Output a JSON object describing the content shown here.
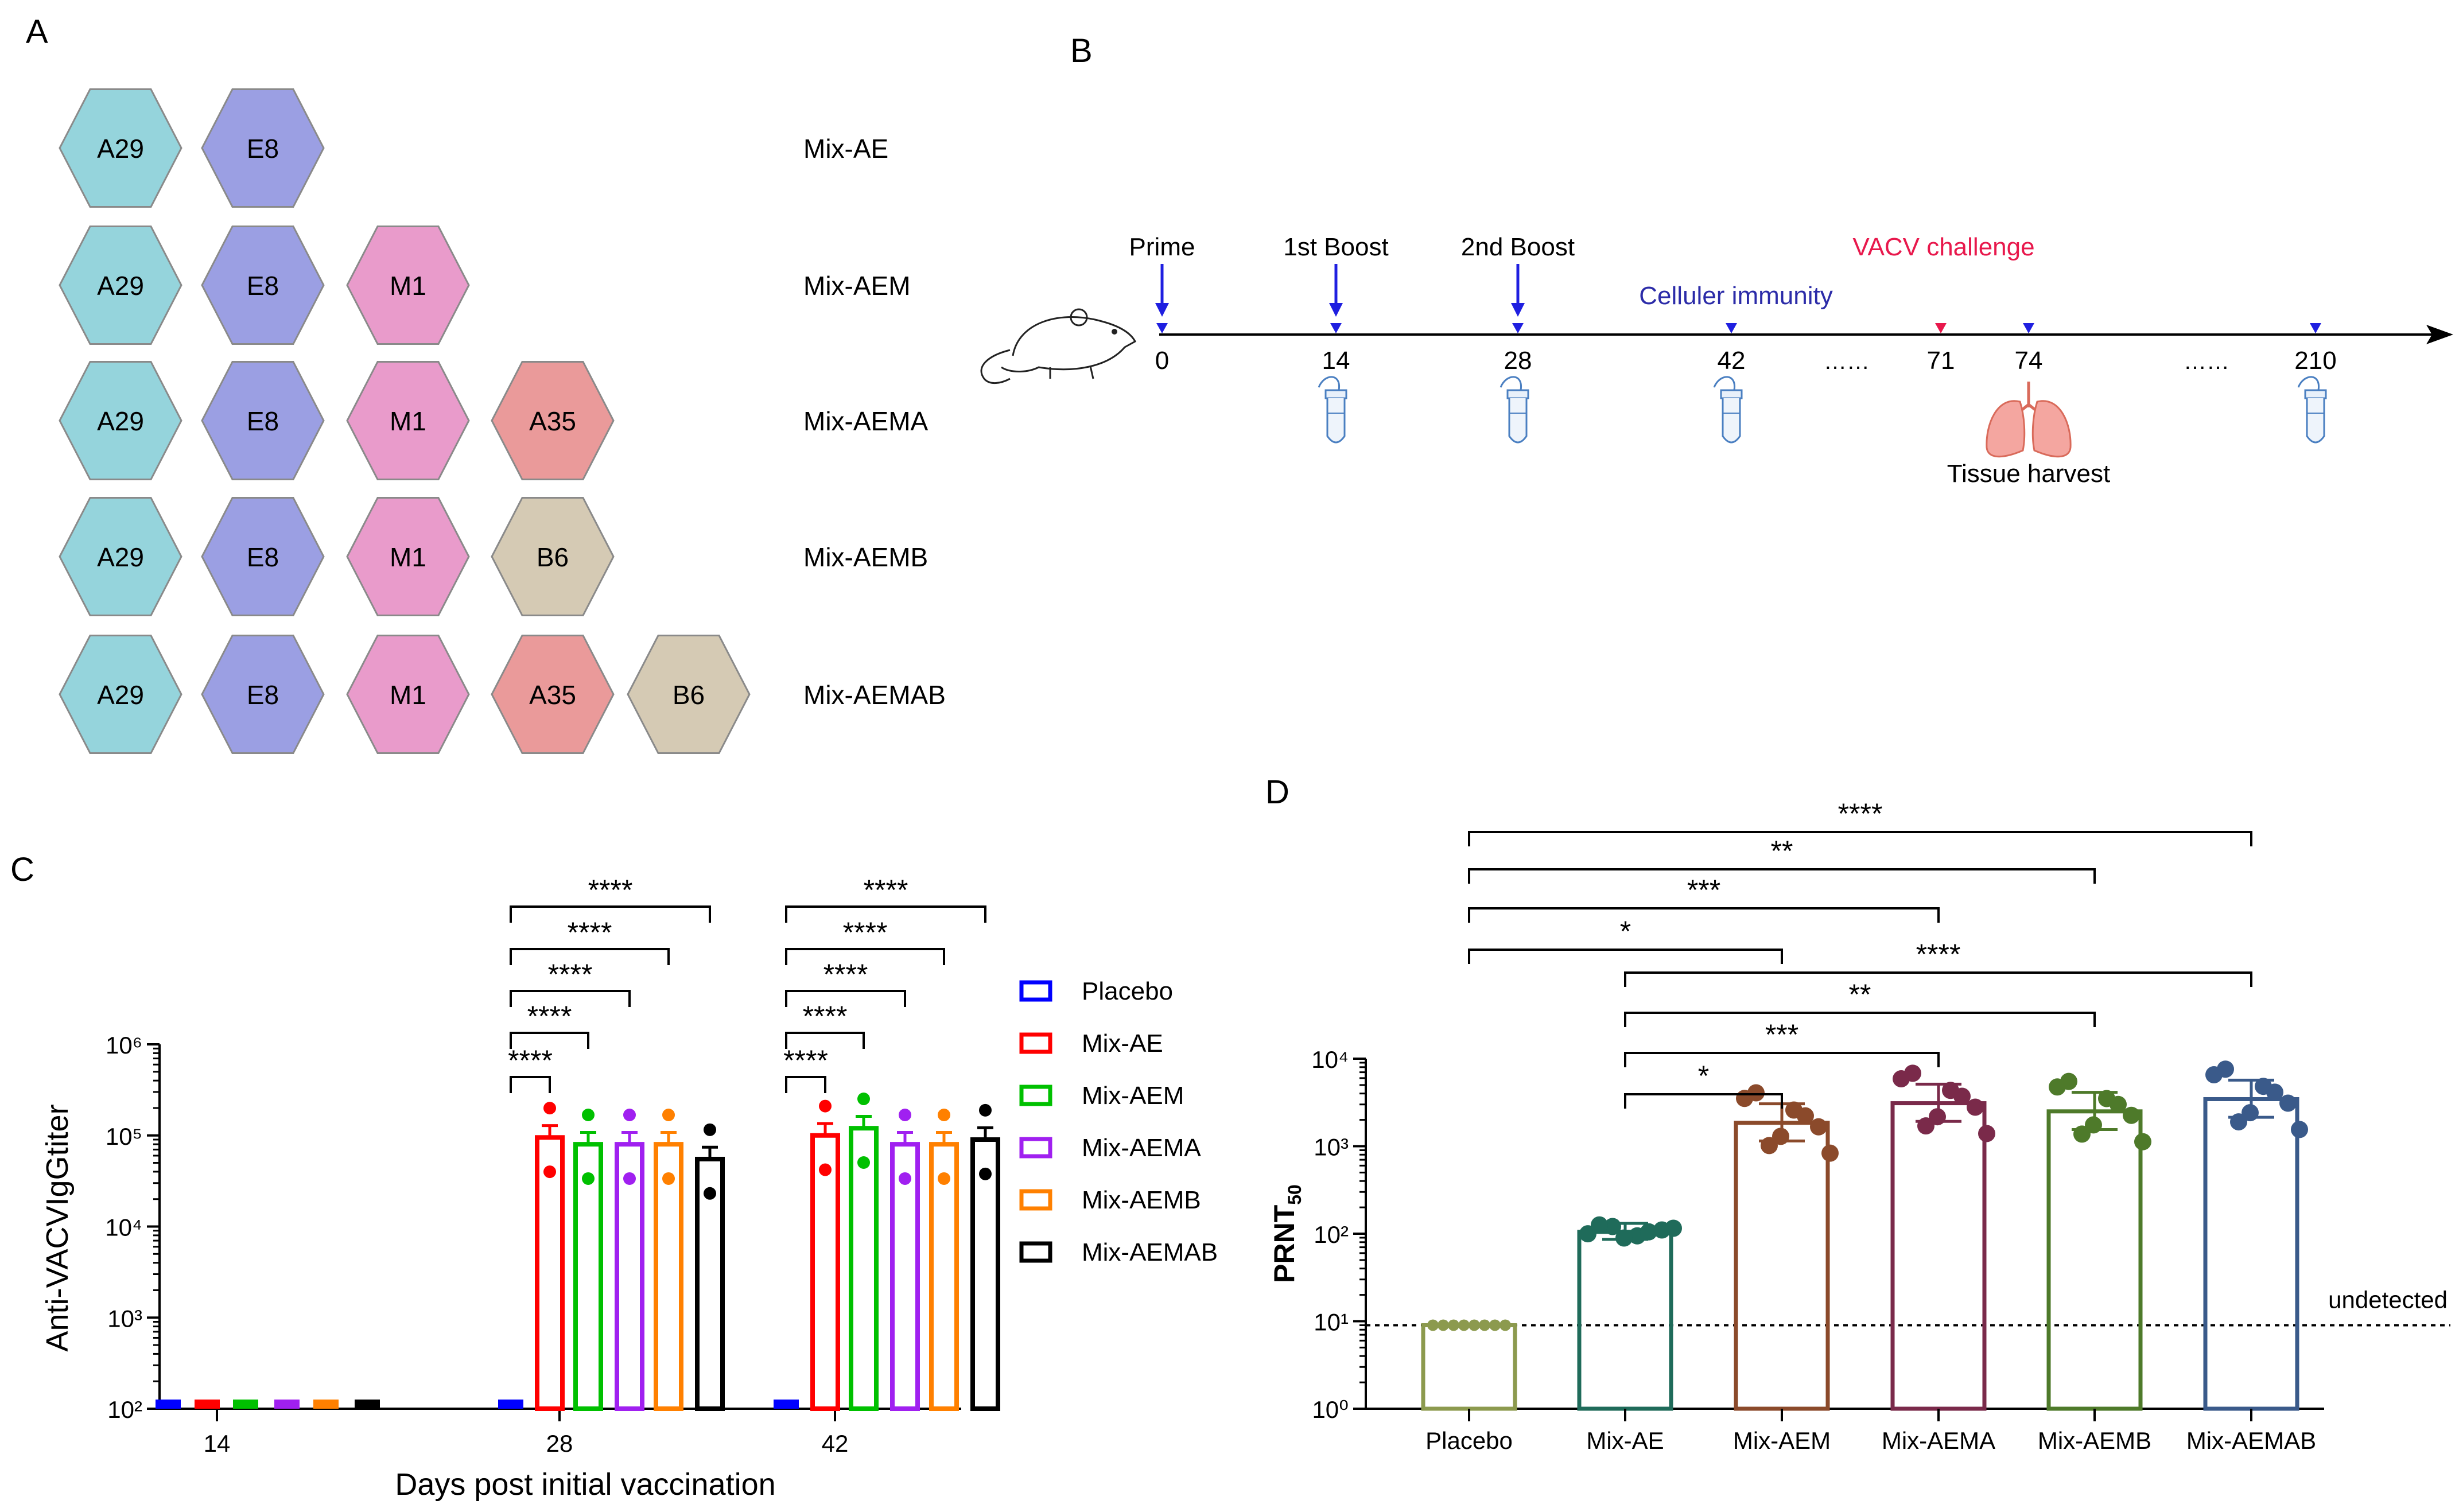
{
  "panels": {
    "a": "A",
    "b": "B",
    "c": "C",
    "d": "D"
  },
  "panel_a": {
    "rows": [
      {
        "name": "Mix-AE",
        "antigens": [
          "A29",
          "E8"
        ]
      },
      {
        "name": "Mix-AEM",
        "antigens": [
          "A29",
          "E8",
          "M1"
        ]
      },
      {
        "name": "Mix-AEMA",
        "antigens": [
          "A29",
          "E8",
          "M1",
          "A35"
        ]
      },
      {
        "name": "Mix-AEMB",
        "antigens": [
          "A29",
          "E8",
          "M1",
          "B6"
        ]
      },
      {
        "name": "Mix-AEMAB",
        "antigens": [
          "A29",
          "E8",
          "M1",
          "A35",
          "B6"
        ]
      }
    ],
    "antigen_colors": {
      "A29": "#95d4dc",
      "E8": "#9b9fe3",
      "M1": "#e99bcb",
      "A35": "#ea9a9a",
      "B6": "#d5cab4"
    }
  },
  "panel_b": {
    "events_top": [
      "Prime",
      "1st Boost",
      "2nd Boost"
    ],
    "challenge_label": "VACV challenge",
    "cellular_label": "Celluler immunity",
    "days": [
      "0",
      "14",
      "28",
      "42",
      "71",
      "74",
      "210"
    ],
    "ellipsis": "……",
    "harvest_label": "Tissue harvest",
    "colors": {
      "arrow": "#1f1fe0",
      "challenge": "#e8184c",
      "cellular": "#2b2ba8"
    }
  },
  "chart_data": [
    {
      "type": "bar",
      "panel": "C",
      "xlabel": "Days post initial vaccination",
      "ylabel": "Anti-VACVIgGtiter",
      "yscale": "log",
      "ylim": [
        100,
        1000000
      ],
      "yticks": [
        "10²",
        "10³",
        "10⁴",
        "10⁵",
        "10⁶"
      ],
      "categories": [
        "14",
        "28",
        "42"
      ],
      "series": [
        {
          "name": "Placebo",
          "color": "#0000ff",
          "values": [
            100,
            100,
            100
          ]
        },
        {
          "name": "Mix-AE",
          "color": "#ff0000",
          "values": [
            100,
            95000,
            100000
          ]
        },
        {
          "name": "Mix-AEM",
          "color": "#00c000",
          "values": [
            100,
            80000,
            120000
          ]
        },
        {
          "name": "Mix-AEMA",
          "color": "#a020f0",
          "values": [
            100,
            80000,
            80000
          ]
        },
        {
          "name": "Mix-AEMB",
          "color": "#ff8000",
          "values": [
            100,
            80000,
            80000
          ]
        },
        {
          "name": "Mix-AEMAB",
          "color": "#000000",
          "values": [
            100,
            55000,
            90000
          ]
        }
      ],
      "significance": [
        {
          "day": "28",
          "labels": [
            "****",
            "****",
            "****",
            "****",
            "****"
          ]
        },
        {
          "day": "42",
          "labels": [
            "****",
            "****",
            "****",
            "****",
            "****"
          ]
        }
      ],
      "legend_position": "right"
    },
    {
      "type": "bar",
      "panel": "D",
      "ylabel": "PRNT",
      "ylabel_sub": "50",
      "yscale": "log",
      "ylim": [
        1,
        10000
      ],
      "yticks": [
        "10⁰",
        "10¹",
        "10²",
        "10³",
        "10⁴"
      ],
      "categories": [
        "Placebo",
        "Mix-AE",
        "Mix-AEM",
        "Mix-AEMA",
        "Mix-AEMB",
        "Mix-AEMAB"
      ],
      "colors": [
        "#8c9a4e",
        "#1f6b5a",
        "#8b4a2b",
        "#7a2a4a",
        "#4e7a2a",
        "#3a5a8a"
      ],
      "values": [
        9,
        105,
        1850,
        3100,
        2500,
        3450
      ],
      "detection_limit": 9,
      "detection_label": "undetected",
      "comparisons_placebo": [
        "****",
        "**",
        "***",
        "*"
      ],
      "comparisons_mixae": [
        "****",
        "**",
        "***",
        "*"
      ]
    }
  ]
}
